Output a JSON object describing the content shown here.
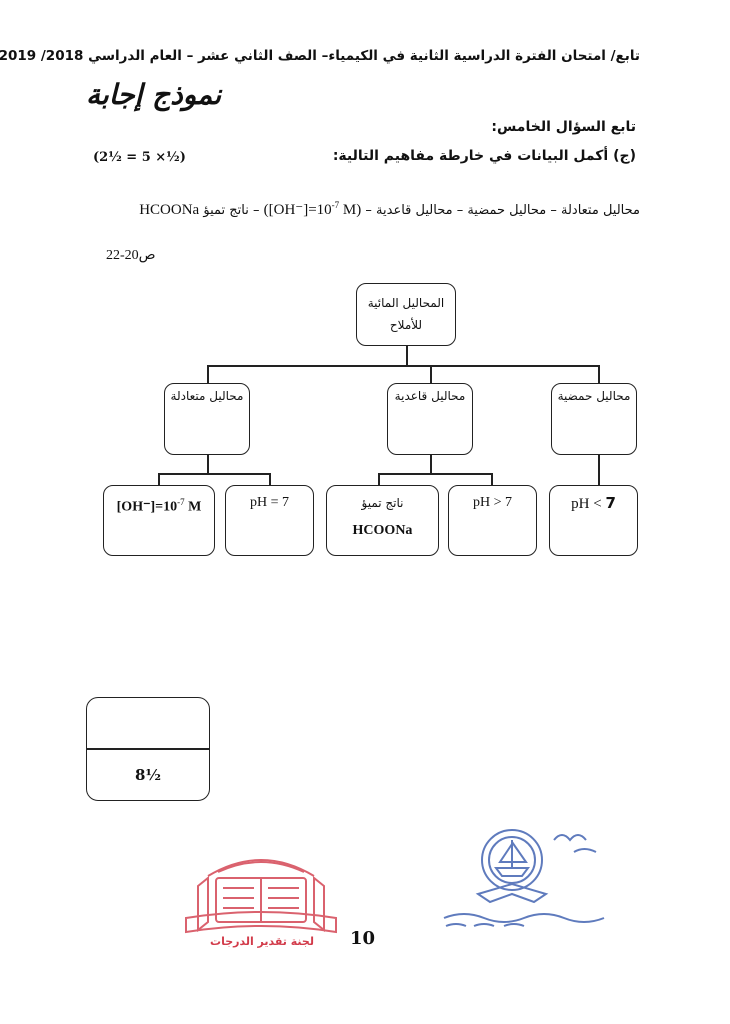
{
  "header": {
    "exam_title": "تابع/ امتحان الفترة الدراسية الثانية في الكيمياء– الصف الثاني عشر – العام الدراسي 2018/ 2019 م",
    "answer_model": "نموذج إجابة"
  },
  "question": {
    "title": "تابع السؤال الخامس:",
    "part": "(ج) أكمل البيانات في خارطة مفاهيم التالية:",
    "score": "(2½ = 5 ×½)"
  },
  "word_bank": {
    "arabic_items": "محاليل متعادلة – محاليل حمضية – محاليل قاعدية  –",
    "oh_expr": "([OH⁻]=10",
    "oh_exp": "-7",
    "oh_unit": "M)",
    "dash": "–",
    "salt_label": "ناتج تميؤ",
    "salt_formula": "HCOONa"
  },
  "page_ref": "ص20-22",
  "concept_map": {
    "root": {
      "line1": "المحاليل المائية",
      "line2": "للأملاح"
    },
    "branches": [
      "محاليل متعادلة",
      "محاليل قاعدية",
      "محاليل حمضية"
    ],
    "leaves": {
      "neutral_oh": {
        "expr": "[OH⁻]=10",
        "exp": "-7",
        "unit": "M"
      },
      "neutral_ph": "pH = 7",
      "basic_salt": {
        "label": "ناتج تميؤ",
        "formula": "HCOONa"
      },
      "basic_ph": "pH > 7",
      "acidic_ph": {
        "text": "pH",
        "symbol": "<",
        "value": "7"
      }
    }
  },
  "score_total": "8½",
  "page_number": "10",
  "stamps": {
    "red_text": "لجنة تقدير الدرجات",
    "red_color": "#d23b4a",
    "blue_color": "#2a4fa8"
  }
}
